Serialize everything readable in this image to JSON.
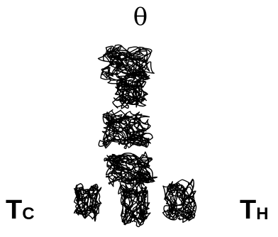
{
  "labels": {
    "theta": "θ",
    "tc_main": "T",
    "tc_sub": "C",
    "th_main": "T",
    "th_sub": "H"
  },
  "colors": {
    "stroke": "#000000",
    "background": "#ffffff"
  },
  "diagram": {
    "description_items": [
      {
        "id": "coil-1"
      },
      {
        "id": "coil-2"
      },
      {
        "id": "coil-3"
      },
      {
        "id": "coil-4"
      },
      {
        "id": "coil-5"
      },
      {
        "id": "coil-6"
      },
      {
        "id": "coil-7"
      }
    ]
  }
}
